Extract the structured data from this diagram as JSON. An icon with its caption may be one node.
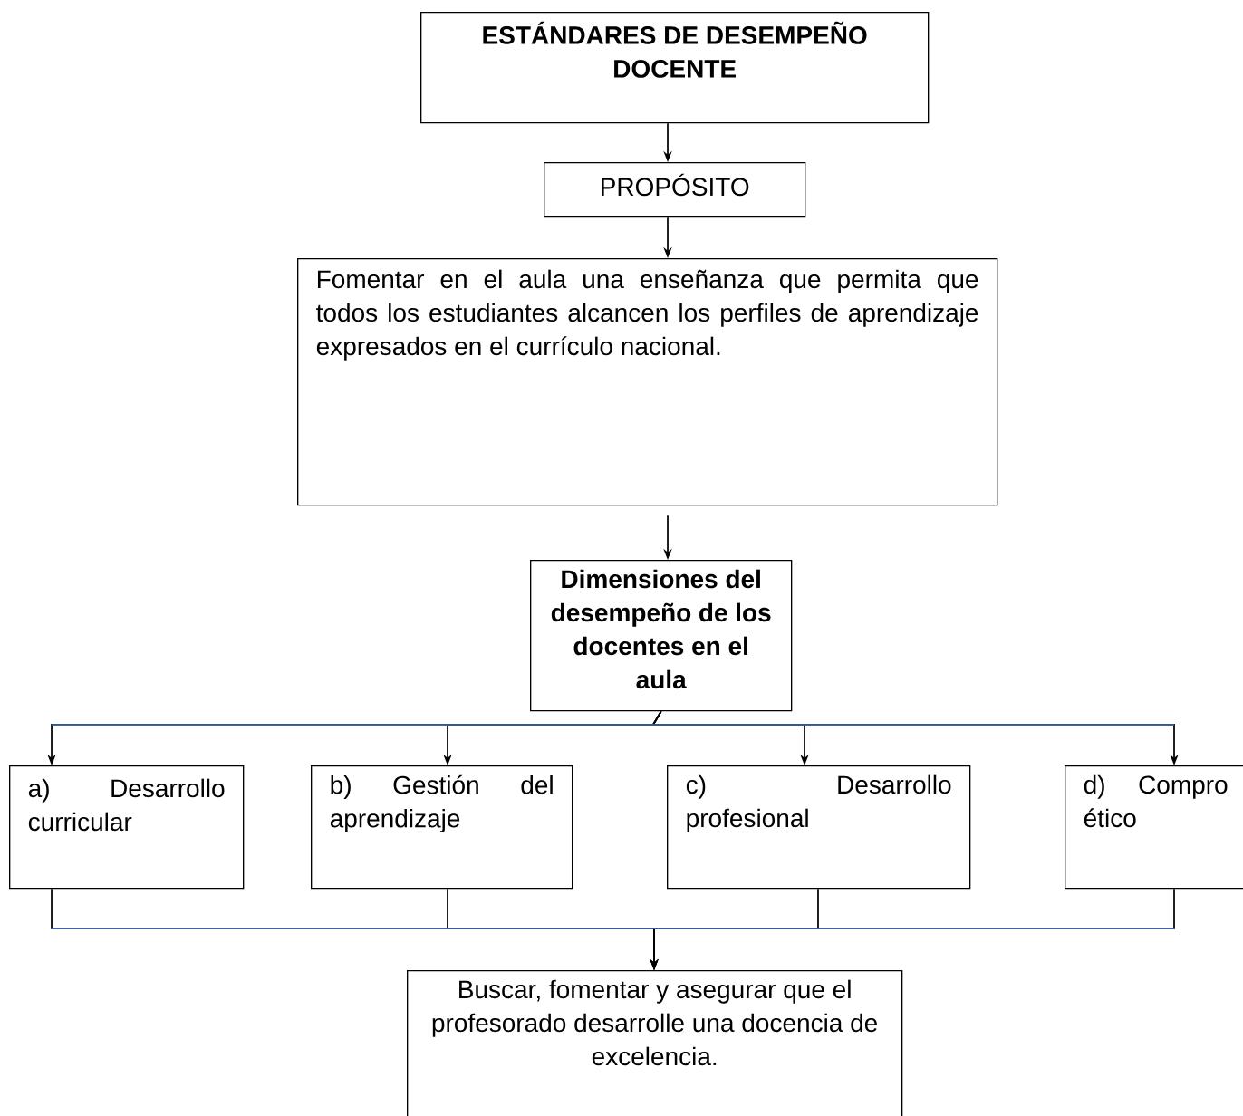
{
  "diagram": {
    "nodes": [
      {
        "text": [
          "ESTÁNDARES DE DESEMPEÑO DOCENTE"
        ]
      },
      {
        "text": [
          "PROPÓSITO"
        ]
      },
      {
        "text": [
          "Fomentar en el aula una enseñanza que permita que todos los estudiantes alcancen los perfiles de aprendizaje expresados en el currículo nacional."
        ]
      },
      {
        "text": [
          "Dimensiones del desempeño de los docentes en el aula"
        ]
      },
      {
        "text": [
          "a) Desarrollo curricular"
        ]
      },
      {
        "text": [
          "b) Gestión del aprendizaje"
        ]
      },
      {
        "text": [
          "c) Desarrollo profesional"
        ]
      },
      {
        "text": [
          "d) Compro ético"
        ]
      },
      {
        "text": [
          "Buscar, fomentar y asegurar que el profesorado desarrolle una docencia de excelencia."
        ]
      }
    ],
    "edges": [
      {
        "from": 0,
        "to": 1,
        "arrow": "to",
        "color": "#000000"
      },
      {
        "from": 1,
        "to": 2,
        "arrow": "to",
        "color": "#000000"
      },
      {
        "from": 2,
        "to": 3,
        "arrow": "to",
        "color": "#000000"
      },
      {
        "from": 3,
        "to": 4,
        "arrow": "to"
      },
      {
        "from": 3,
        "to": 5,
        "arrow": "to"
      },
      {
        "from": 3,
        "to": 6,
        "arrow": "to"
      },
      {
        "from": 3,
        "to": 7,
        "arrow": "to"
      },
      {
        "from": 4,
        "to": 8,
        "arrow": "to"
      },
      {
        "from": 5,
        "to": 8,
        "arrow": "to"
      },
      {
        "from": 6,
        "to": 8,
        "arrow": "to"
      },
      {
        "from": 7,
        "to": 8,
        "arrow": "to"
      }
    ]
  }
}
